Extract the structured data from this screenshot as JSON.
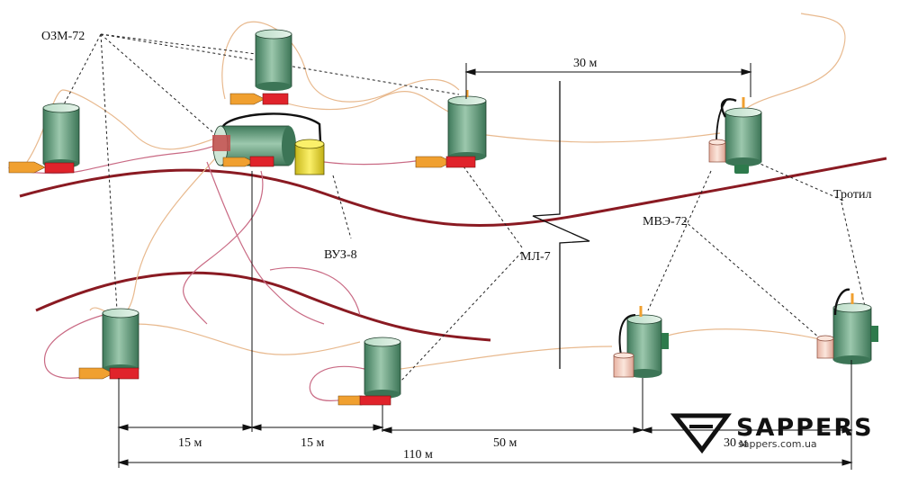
{
  "labels": {
    "ozm": "ОЗМ-72",
    "vuz": "ВУЗ-8",
    "ml": "МЛ-7",
    "mve": "МВЭ-72",
    "trotil": "Тротил"
  },
  "dimensions": {
    "top_30": "30 м",
    "bottom_15a": "15 м",
    "bottom_15b": "15 м",
    "bottom_50": "50 м",
    "bottom_30": "30 м",
    "bottom_110": "110 м"
  },
  "watermark": {
    "brand": "SAPPERS",
    "url": "sappers.com.ua"
  },
  "colors": {
    "mine_body": "#5e9a78",
    "mine_light": "#cfe6d6",
    "detonator_red": "#e0232b",
    "detonator_orange": "#f0a030",
    "wire_light": "#e8b98e",
    "wire_pink": "#c96a84",
    "road": "#8a1a22",
    "vuz_yellow": "#f2e23a",
    "trotil_pink": "#f4cdbf"
  }
}
